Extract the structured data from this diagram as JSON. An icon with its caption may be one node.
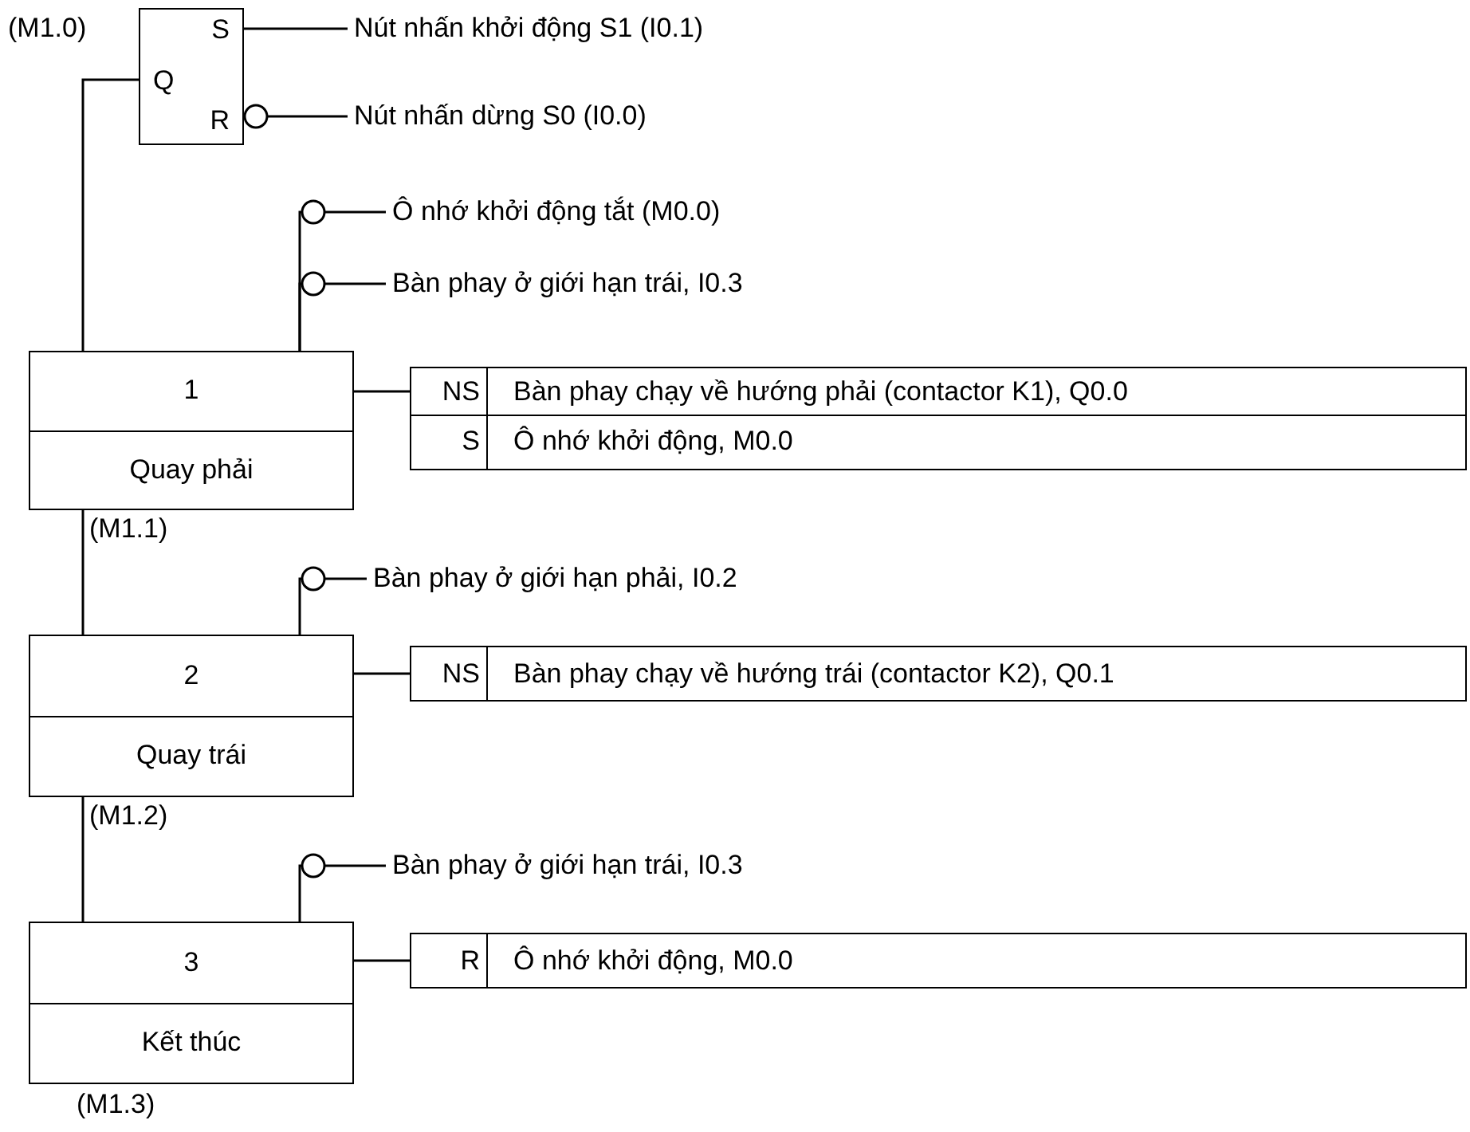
{
  "diagram": {
    "nodes": [
      {
        "text": [
          "S",
          "Q",
          "R"
        ],
        "beside": [
          "(M1.0)"
        ]
      },
      {
        "text": [
          "Nút nhấn khởi động S1 (I0.1)"
        ]
      },
      {
        "text": [
          "Nút nhấn dừng S0 (I0.0)"
        ]
      },
      {
        "text": [
          "Ô nhớ khởi động tắt (M0.0)"
        ]
      },
      {
        "text": [
          "Bàn phay ở giới hạn trái, I0.3"
        ]
      },
      {
        "text": [
          "1",
          "Quay phải"
        ],
        "beside": [
          "(M1.1)"
        ]
      },
      {
        "text": [
          "NS",
          "Bàn phay chạy về hướng phải (contactor K1), Q0.0"
        ]
      },
      {
        "text": [
          "S",
          "Ô nhớ khởi động, M0.0"
        ]
      },
      {
        "text": [
          "Bàn phay ở giới hạn phải, I0.2"
        ]
      },
      {
        "text": [
          "2",
          "Quay trái"
        ],
        "beside": [
          "(M1.2)"
        ]
      },
      {
        "text": [
          "NS",
          "Bàn phay chạy về hướng trái (contactor K2), Q0.1"
        ]
      },
      {
        "text": [
          "Bàn phay ở giới hạn trái, I0.3"
        ]
      },
      {
        "text": [
          "3",
          "Kết thúc"
        ],
        "beside": [
          "(M1.3)"
        ]
      },
      {
        "text": [
          "R",
          "Ô nhớ khởi động, M0.0"
        ]
      }
    ],
    "edges": [
      {
        "from": 1,
        "to": 0,
        "arrow": "none"
      },
      {
        "from": 0,
        "to": 2,
        "arrow": "other"
      },
      {
        "from": 0,
        "to": 5,
        "arrow": "none"
      },
      {
        "from": 3,
        "to": 5,
        "arrow": "none"
      },
      {
        "from": 4,
        "to": 5,
        "arrow": "none"
      },
      {
        "from": 5,
        "to": 6,
        "arrow": "none"
      },
      {
        "from": 5,
        "to": 9,
        "arrow": "none"
      },
      {
        "from": 8,
        "to": 9,
        "arrow": "none"
      },
      {
        "from": 9,
        "to": 10,
        "arrow": "none"
      },
      {
        "from": 9,
        "to": 12,
        "arrow": "none"
      },
      {
        "from": 11,
        "to": 12,
        "arrow": "none"
      },
      {
        "from": 12,
        "to": 13,
        "arrow": "none"
      }
    ]
  }
}
